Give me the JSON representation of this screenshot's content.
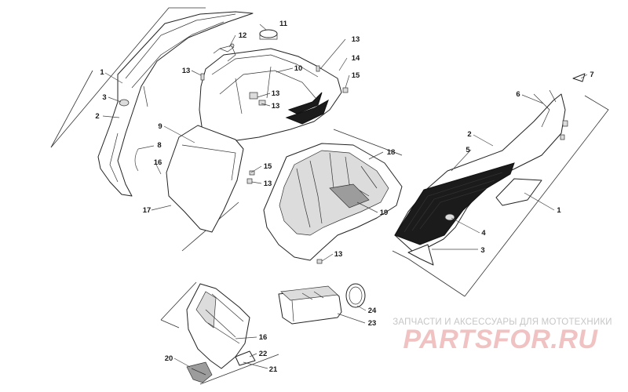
{
  "diagram": {
    "callouts": [
      {
        "id": "c1a",
        "label": "1"
      },
      {
        "id": "c2a",
        "label": "2"
      },
      {
        "id": "c3a",
        "label": "3"
      },
      {
        "id": "c8",
        "label": "8"
      },
      {
        "id": "c16a",
        "label": "16"
      },
      {
        "id": "c17",
        "label": "17"
      },
      {
        "id": "c9",
        "label": "9"
      },
      {
        "id": "c12",
        "label": "12"
      },
      {
        "id": "c11",
        "label": "11"
      },
      {
        "id": "c13a",
        "label": "13"
      },
      {
        "id": "c10",
        "label": "10"
      },
      {
        "id": "c13b",
        "label": "13"
      },
      {
        "id": "c13c",
        "label": "13"
      },
      {
        "id": "c14",
        "label": "14"
      },
      {
        "id": "c15a",
        "label": "15"
      },
      {
        "id": "c15b",
        "label": "15"
      },
      {
        "id": "c13d",
        "label": "13"
      },
      {
        "id": "c18",
        "label": "18"
      },
      {
        "id": "c19",
        "label": "19"
      },
      {
        "id": "c13e",
        "label": "13"
      },
      {
        "id": "c7",
        "label": "7"
      },
      {
        "id": "c6",
        "label": "6"
      },
      {
        "id": "c2b",
        "label": "2"
      },
      {
        "id": "c5",
        "label": "5"
      },
      {
        "id": "c1b",
        "label": "1"
      },
      {
        "id": "c4",
        "label": "4"
      },
      {
        "id": "c3b",
        "label": "3"
      },
      {
        "id": "c24",
        "label": "24"
      },
      {
        "id": "c23",
        "label": "23"
      },
      {
        "id": "c16b",
        "label": "16"
      },
      {
        "id": "c22",
        "label": "22"
      },
      {
        "id": "c20",
        "label": "20"
      },
      {
        "id": "c21",
        "label": "21"
      }
    ]
  },
  "watermark": {
    "caption": "ЗАПЧАСТИ И АКСЕССУАРЫ ДЛЯ МОТОТЕХНИКИ",
    "brand": "PARTSFOR.RU"
  }
}
